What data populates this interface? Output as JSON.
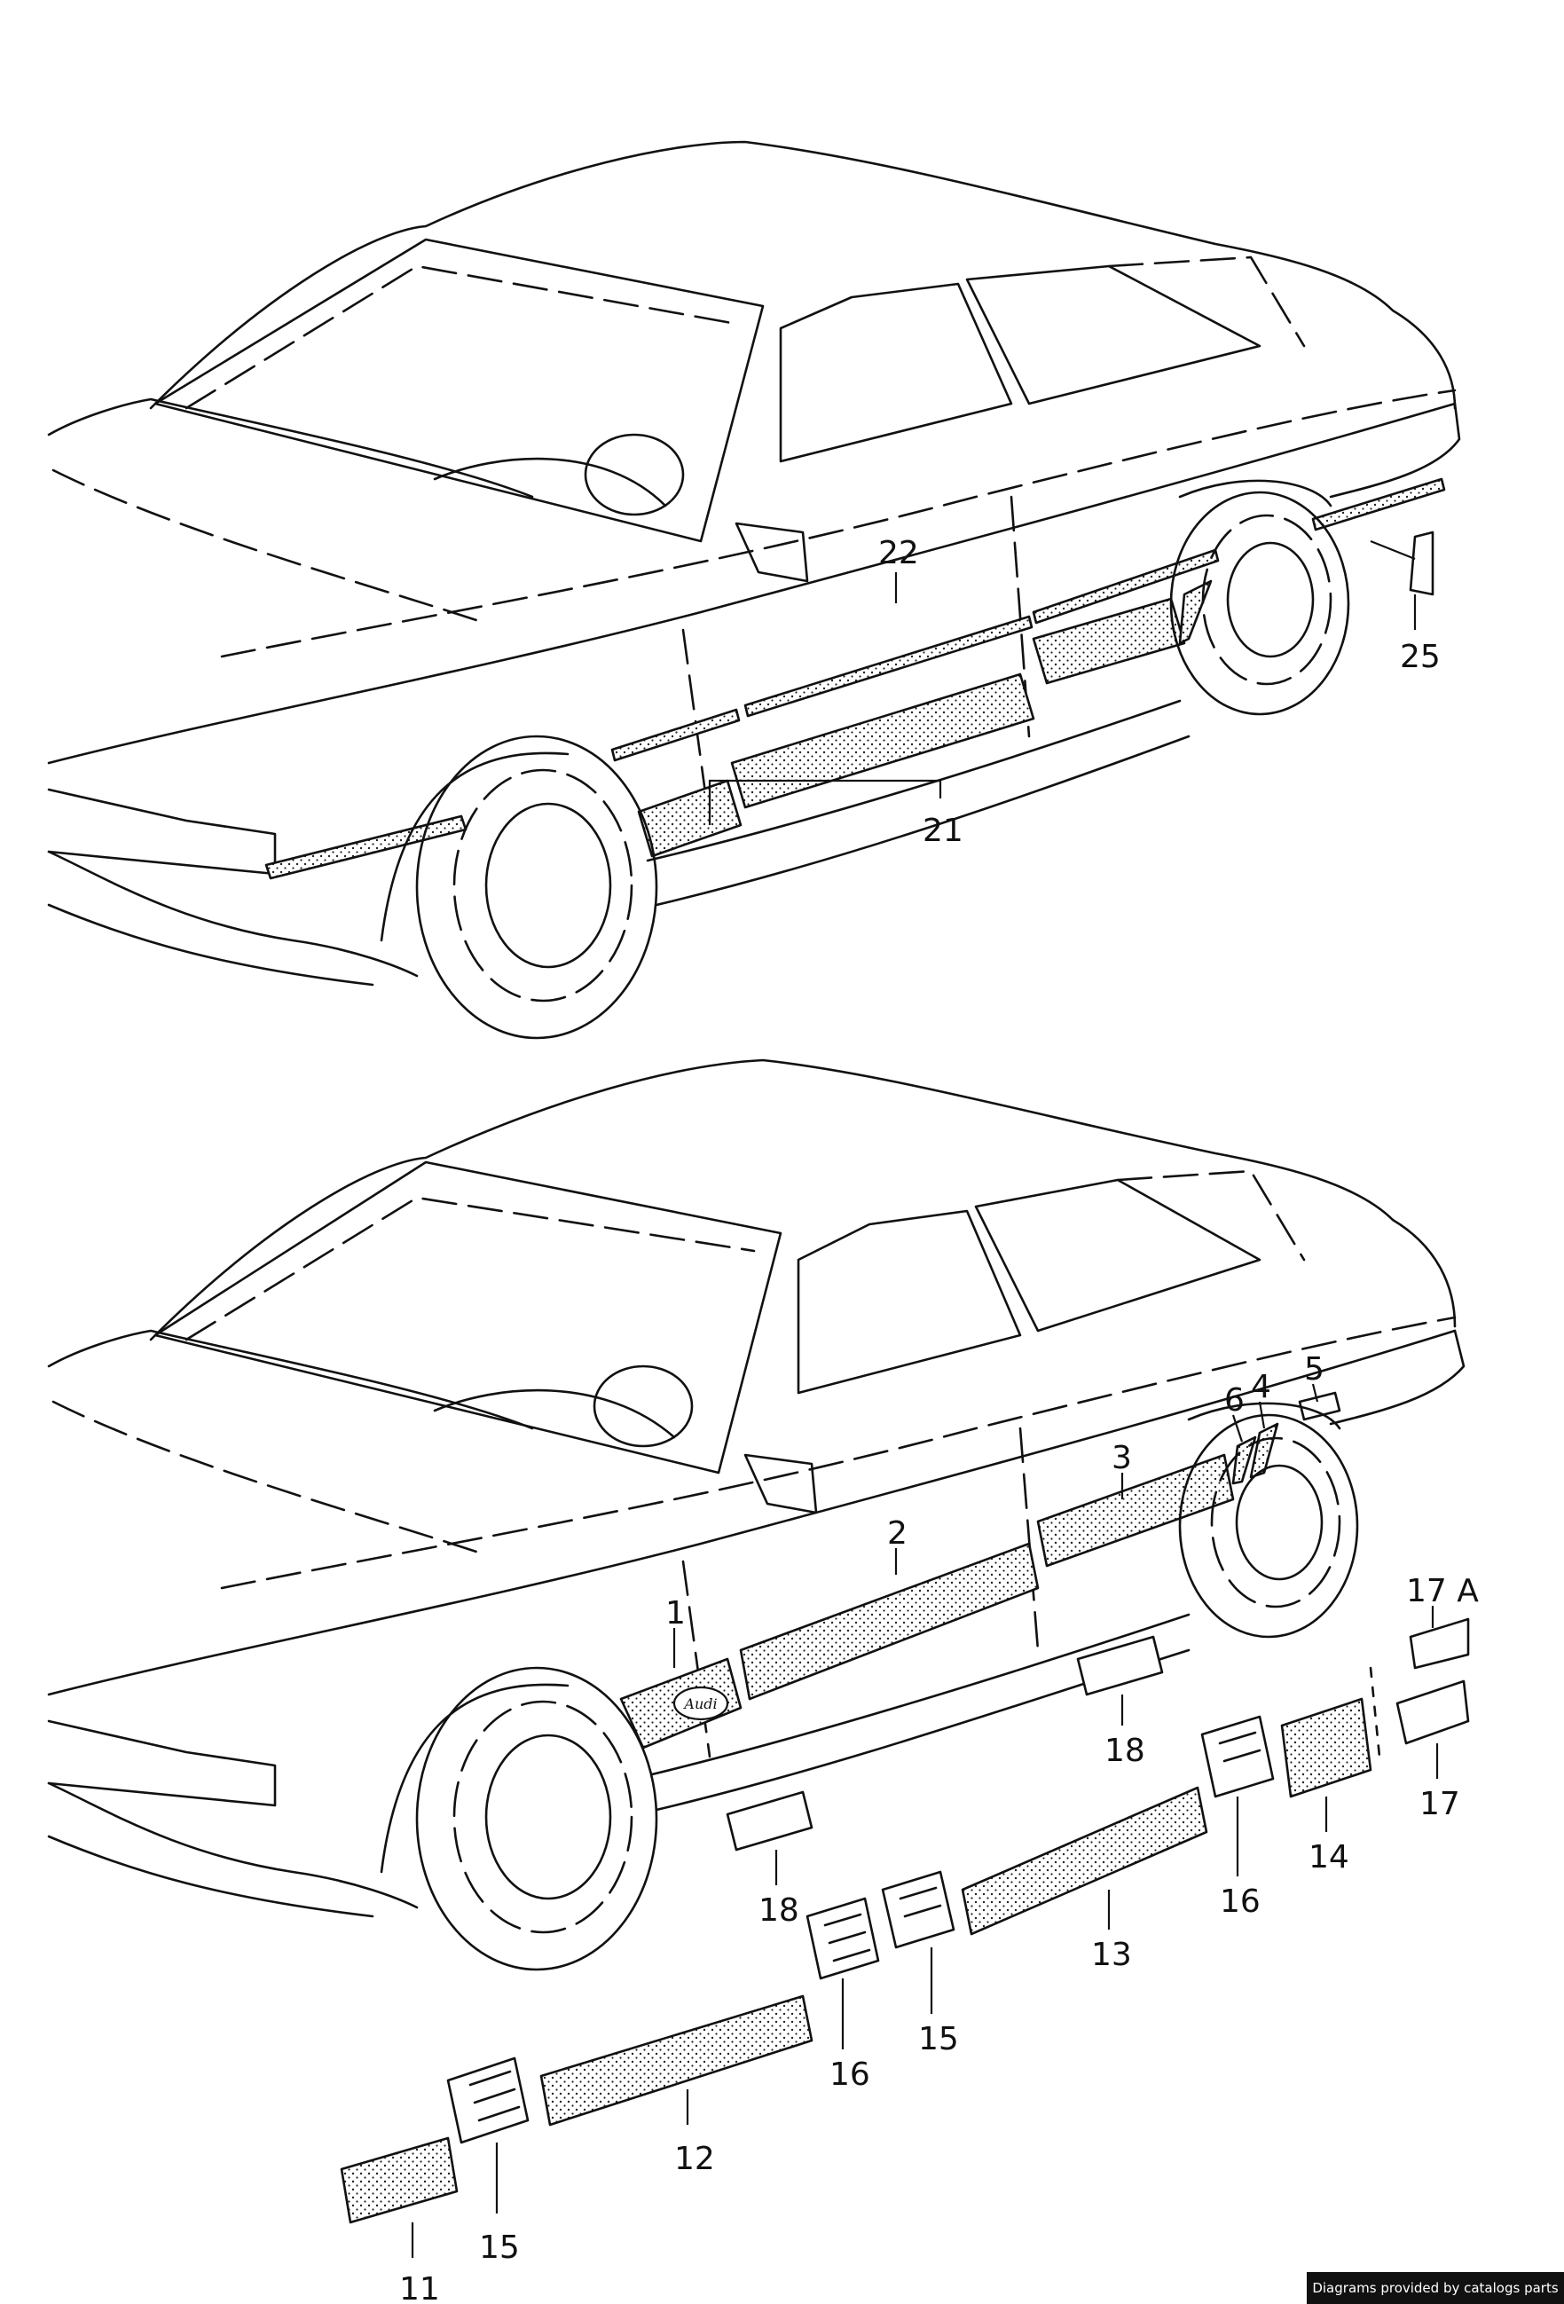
{
  "callouts": {
    "c22": "22",
    "c21": "21",
    "c25": "25",
    "c1": "1",
    "c2": "2",
    "c3": "3",
    "c4": "4",
    "c5": "5",
    "c6": "6",
    "c17a": "17 A",
    "c17": "17",
    "c18a": "18",
    "c18b": "18",
    "c16a": "16",
    "c14": "14",
    "c13": "13",
    "c15a": "15",
    "c16b": "16",
    "c12": "12",
    "c15b": "15",
    "c11": "11"
  },
  "badge_text": "Audi",
  "footer": {
    "text": "Diagrams provided by catalogs parts"
  }
}
